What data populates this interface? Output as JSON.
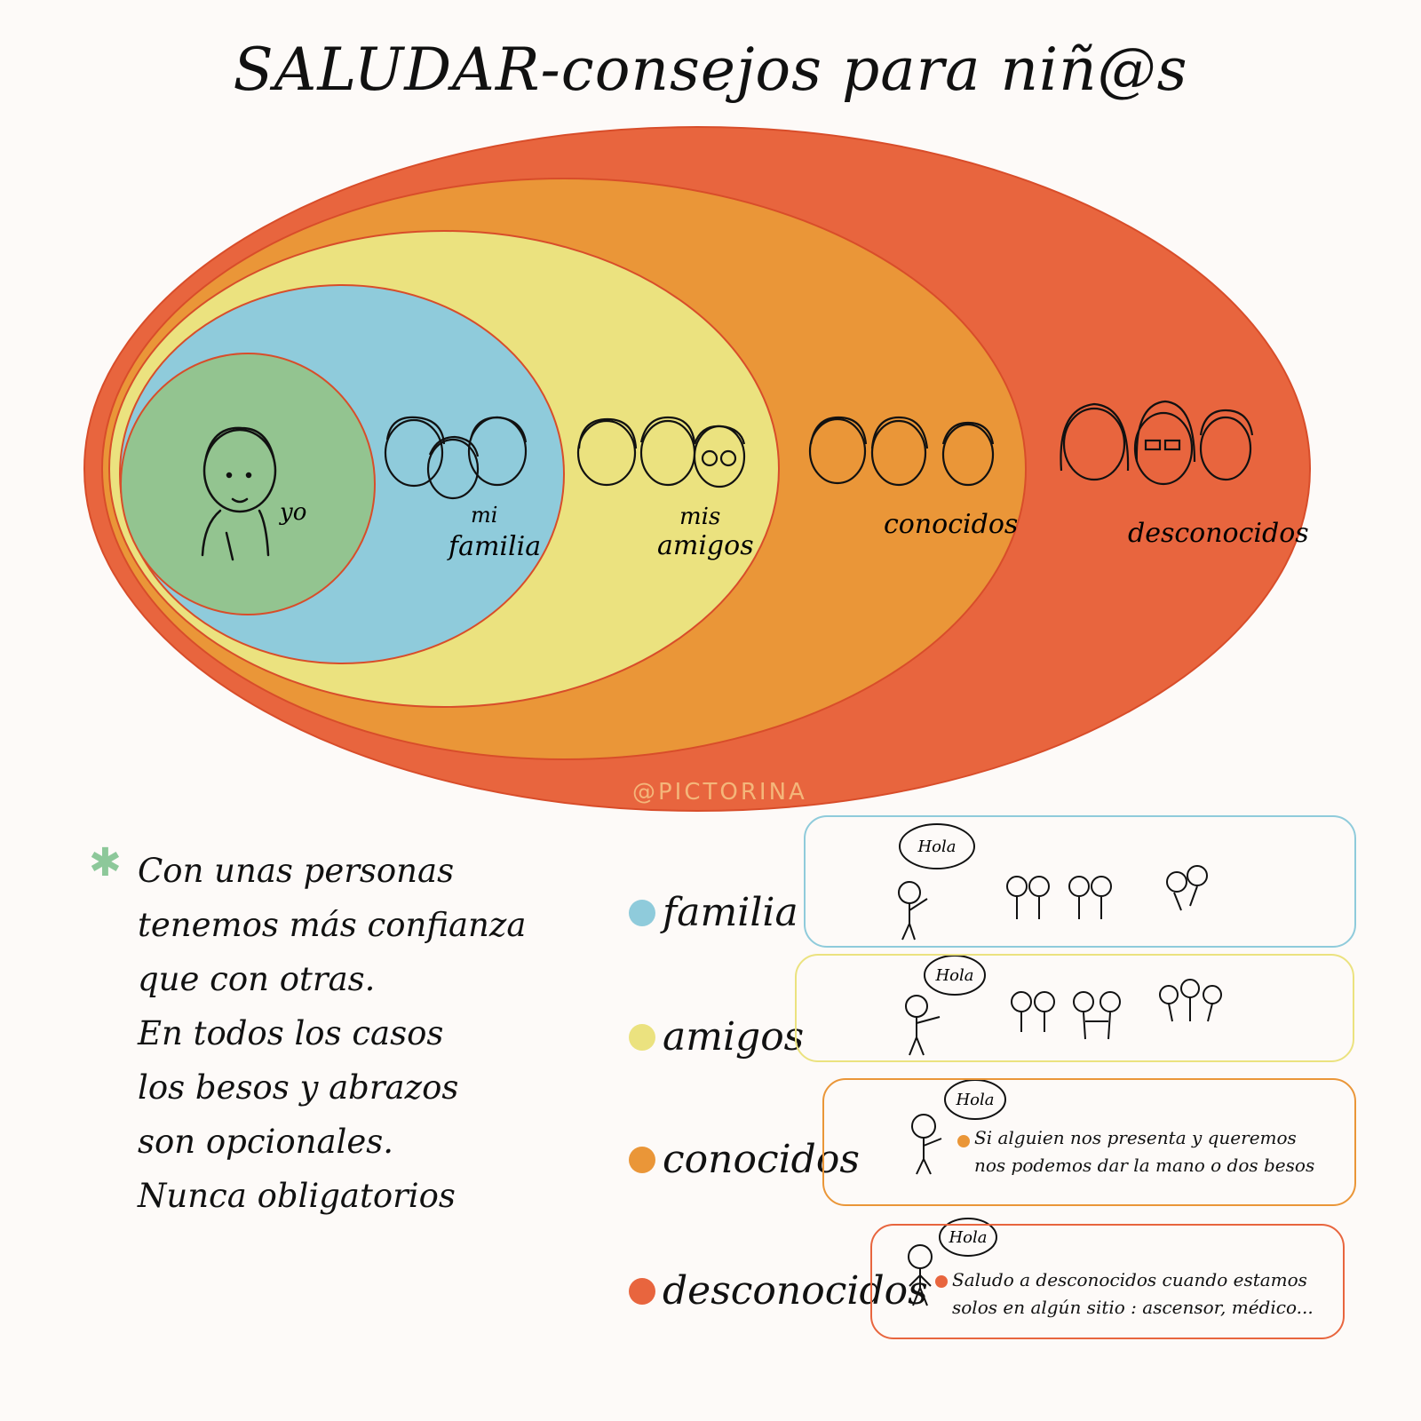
{
  "title": "SALUDAR-consejos para niñ@s",
  "circles": {
    "yo": "yo",
    "familia": [
      "mi",
      "familia"
    ],
    "amigos": [
      "mis",
      "amigos"
    ],
    "conocidos": "conocidos",
    "desconocidos": "desconocidos"
  },
  "watermark": "@PICTORINA",
  "colors": {
    "desconocidos": "#e8653e",
    "conocidos": "#ea9638",
    "amigos": "#ebe27f",
    "familia": "#8fcbdb",
    "yo": "#93c490",
    "star": "#8dc89a"
  },
  "lead_text": [
    "Con unas personas",
    "tenemos más confianza",
    "que con otras.",
    "En todos los casos",
    "los besos y abrazos",
    "son opcionales.",
    "Nunca obligatorios"
  ],
  "legend": [
    {
      "label": "familia",
      "bubble": "Hola"
    },
    {
      "label": "amigos",
      "bubble": "Hola"
    },
    {
      "label": "conocidos",
      "bubble": "Hola",
      "text": [
        "Si alguien nos presenta y queremos",
        "nos podemos dar la mano o dos besos"
      ]
    },
    {
      "label": "desconocidos",
      "bubble": "Hola",
      "text": [
        "Saludo a desconocidos cuando estamos",
        "solos en algún sitio : ascensor, médico..."
      ]
    }
  ]
}
